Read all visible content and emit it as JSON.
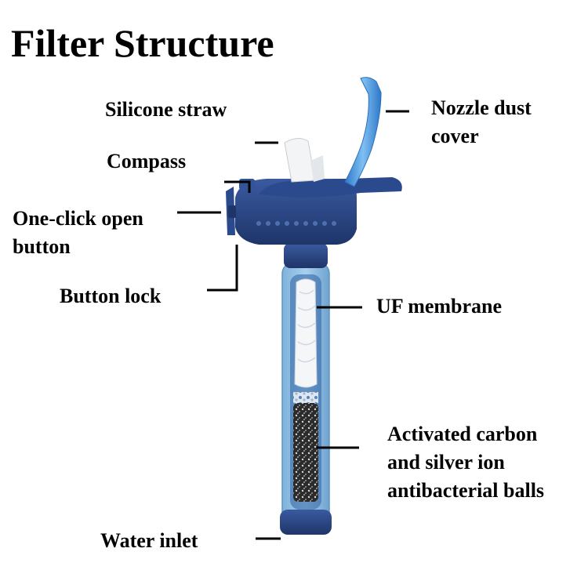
{
  "title": "Filter Structure",
  "labels": {
    "silicone_straw": "Silicone straw",
    "compass": "Compass",
    "one_click_open_button_line1": "One-click open",
    "one_click_open_button_line2": "button",
    "button_lock": "Button lock",
    "nozzle_dust_cover_line1": "Nozzle dust",
    "nozzle_dust_cover_line2": "cover",
    "uf_membrane": "UF membrane",
    "activated_carbon_line1": "Activated carbon",
    "activated_carbon_line2": "and silver ion",
    "activated_carbon_line3": "antibacterial balls",
    "water_inlet": "Water inlet"
  },
  "colors": {
    "cap_navy": "#243f7a",
    "tube_light_blue": "#8fc0e3",
    "tube_edge": "#6fa6d0",
    "straw_blue": "#4a8fd8",
    "membrane_white": "#f4f6f8",
    "carbon_dark": "#2a2a2a",
    "leader_line": "#000000"
  }
}
